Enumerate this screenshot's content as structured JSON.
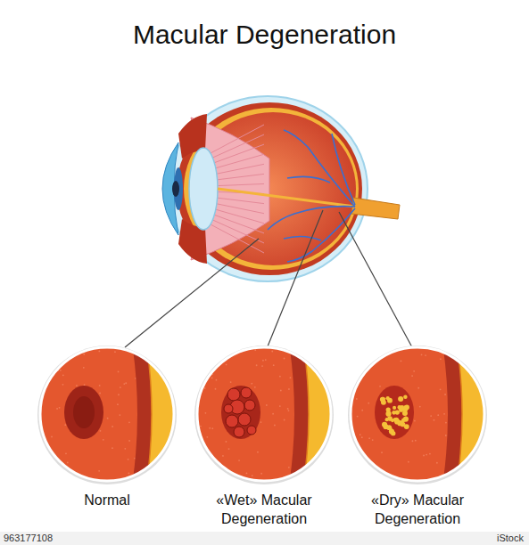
{
  "diagram": {
    "title": "Macular Degeneration",
    "nodes": [
      {
        "text": [
          "Normal"
        ]
      },
      {
        "text": [
          "«Wet» Macular Degeneration"
        ]
      },
      {
        "text": [
          "«Dry» Macular Degeneration"
        ]
      }
    ],
    "labels": [
      "963177108",
      "iStock"
    ]
  }
}
